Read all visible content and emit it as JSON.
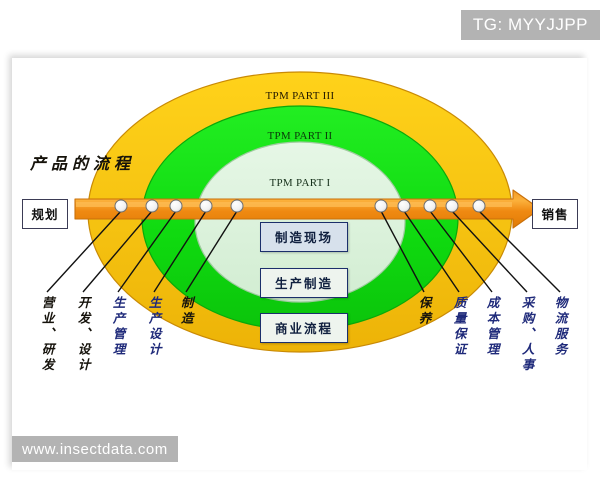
{
  "watermarks": {
    "top_right": "TG: MYYJJPP",
    "bottom_left": "www.insectdata.com"
  },
  "diagram": {
    "title": "产品的流程",
    "start_label": "规划",
    "end_label": "销售",
    "rings": [
      {
        "id": "part3",
        "label": "TPM PART III",
        "color": "#F5C211",
        "stroke": "#C98A05"
      },
      {
        "id": "part2",
        "label": "TPM PART II",
        "color": "#13DD13",
        "stroke": "#0DA80D"
      },
      {
        "id": "part1",
        "label": "TPM PART I",
        "color": "#DBF1DB",
        "stroke": "#9FCB9F"
      }
    ],
    "process_boxes": [
      {
        "id": "site",
        "label": "制造现场"
      },
      {
        "id": "production",
        "label": "生产制造"
      },
      {
        "id": "business",
        "label": "商业流程"
      }
    ],
    "arrow": {
      "color": "#F08A12",
      "highlight": "#FBB03B",
      "marker_count": 10
    },
    "callouts_left": [
      {
        "label": "营业、研发",
        "color": "black"
      },
      {
        "label": "开发、设计",
        "color": "black"
      },
      {
        "label": "生产管理",
        "color": "blue"
      },
      {
        "label": "生产设计",
        "color": "blue"
      },
      {
        "label": "制造",
        "color": "black"
      }
    ],
    "callouts_right": [
      {
        "label": "保养",
        "color": "black"
      },
      {
        "label": "质量保证",
        "color": "blue"
      },
      {
        "label": "成本管理",
        "color": "blue"
      },
      {
        "label": "采购、人事",
        "color": "blue"
      },
      {
        "label": "物流服务",
        "color": "blue"
      }
    ]
  }
}
